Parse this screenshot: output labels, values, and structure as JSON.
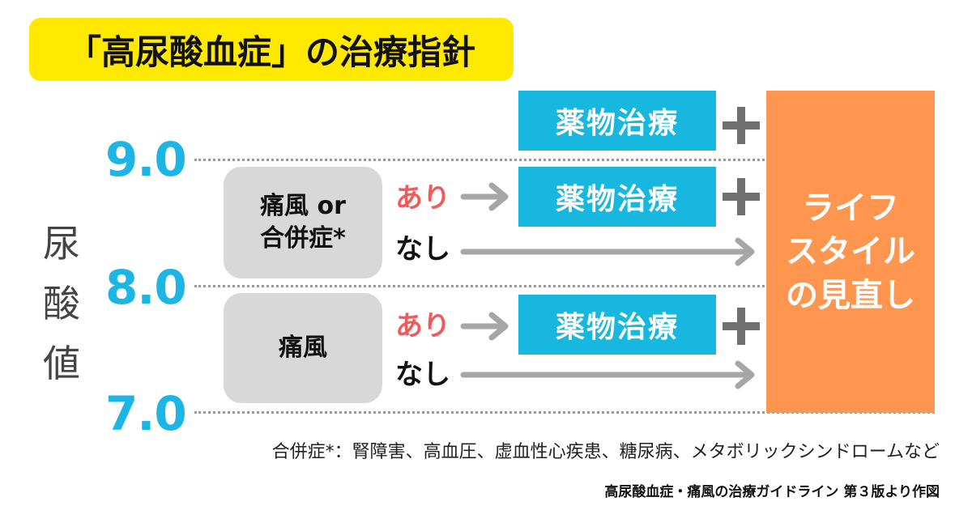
{
  "title": "「高尿酸血症」の治療指針",
  "y_axis": {
    "label_chars": [
      "尿",
      "酸",
      "値"
    ],
    "ticks": [
      "9.0",
      "8.0",
      "7.0"
    ]
  },
  "conditions": {
    "gout_or_complication_line1": "痛風 or",
    "gout_or_complication_line2": "合併症*",
    "gout": "痛風"
  },
  "branch": {
    "yes": "あり",
    "no": "なし"
  },
  "drug_therapy": "薬物治療",
  "lifestyle": {
    "line1": "ライフ",
    "line2": "スタイル",
    "line3": "の見直し"
  },
  "footnote": "合併症*：腎障害、高血圧、虚血性心疾患、糖尿病、メタボリックシンドロームなど",
  "source": "高尿酸血症・痛風の治療ガイドライン 第３版より作図",
  "colors": {
    "title_bg": "#ffe900",
    "tick_blue": "#1cb5e6",
    "drug_box": "#17b7e0",
    "lifestyle_box": "#ff964f",
    "yes_red": "#f05a5a",
    "arrow_gray": "#a6a6a6",
    "condition_box": "#d8d8d8"
  }
}
